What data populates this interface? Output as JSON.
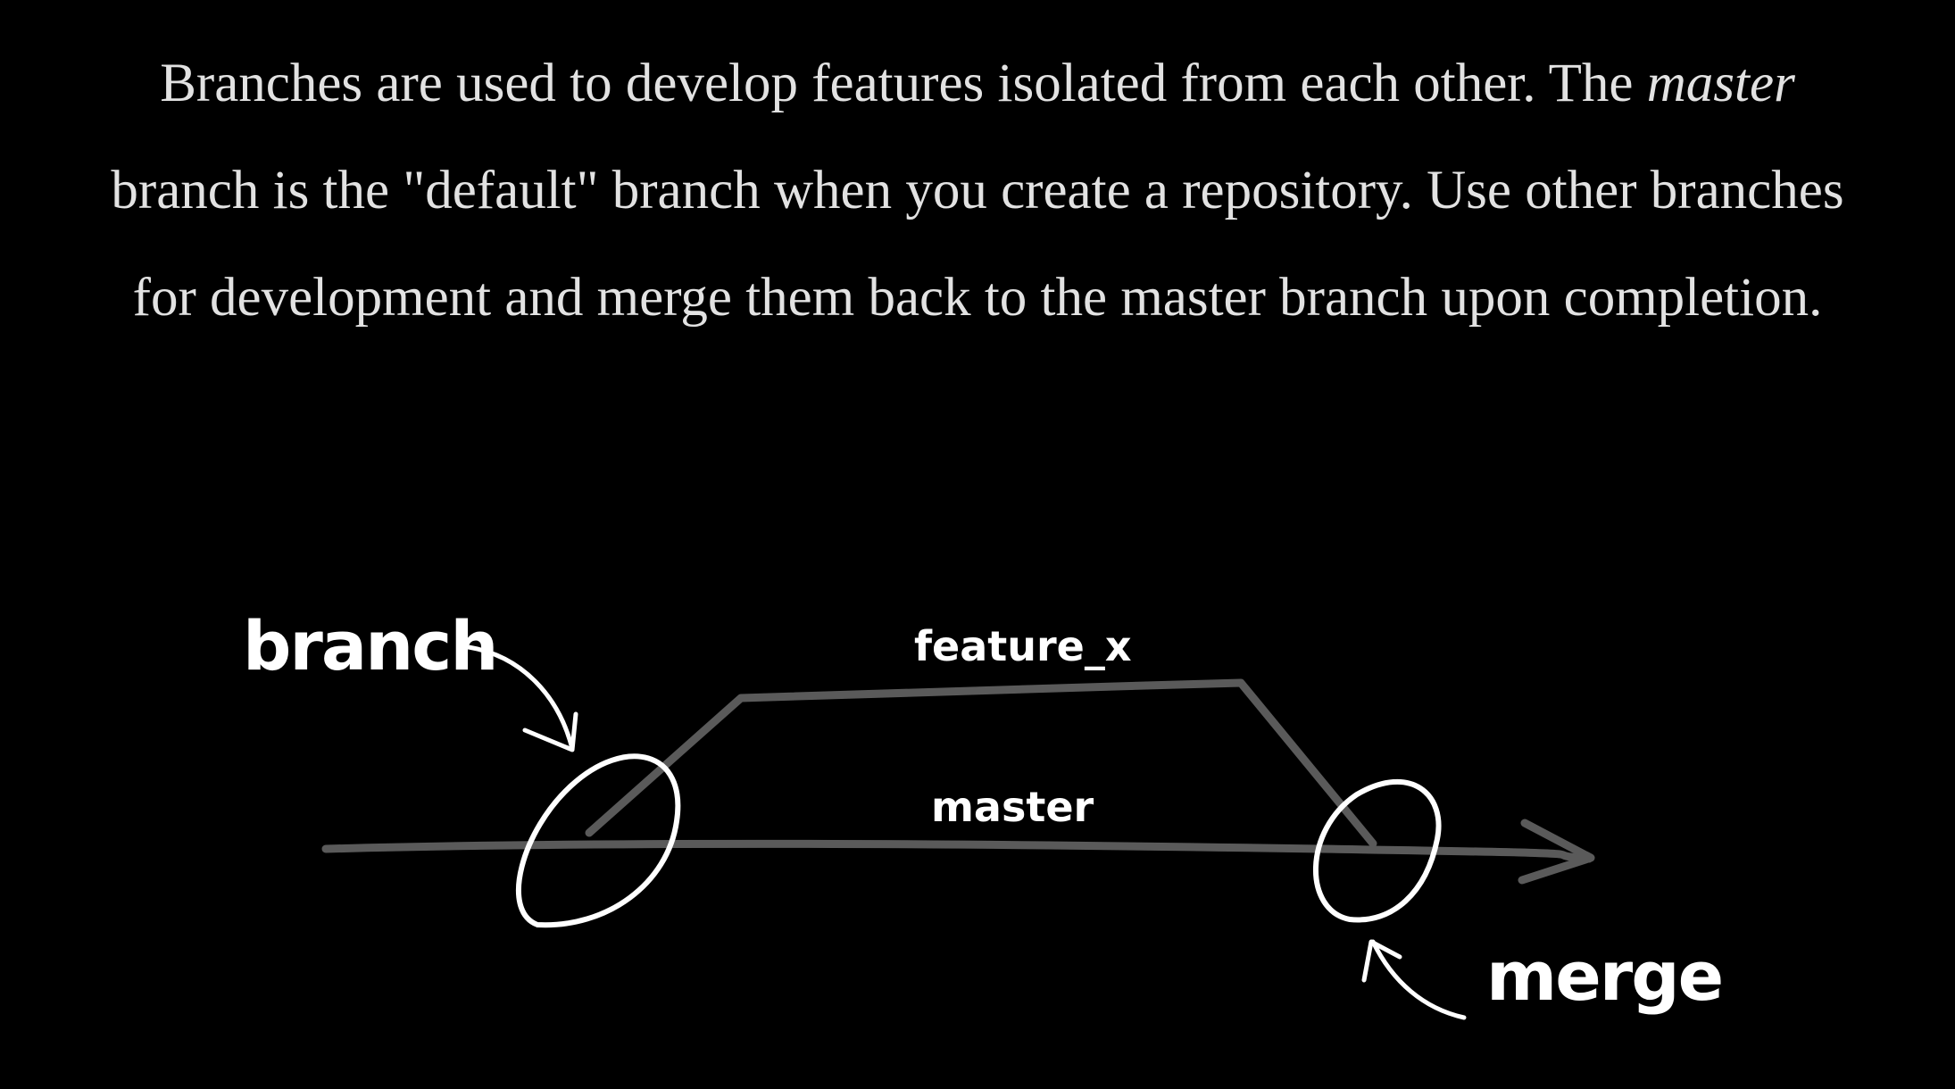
{
  "intro": {
    "part1": "Branches are used to develop features isolated from each other. The ",
    "emphasis": "master",
    "part2": " branch is the \"default\" branch when you create a repository. Use other branches for development and merge them back to the master branch upon completion."
  },
  "diagram": {
    "labels": {
      "branch": "branch",
      "feature": "feature_x",
      "master": "master",
      "merge": "merge"
    },
    "colors": {
      "background": "#000000",
      "text": "#e2e2e2",
      "branch_line": "#5a5a5a",
      "annotation": "#ffffff"
    }
  }
}
